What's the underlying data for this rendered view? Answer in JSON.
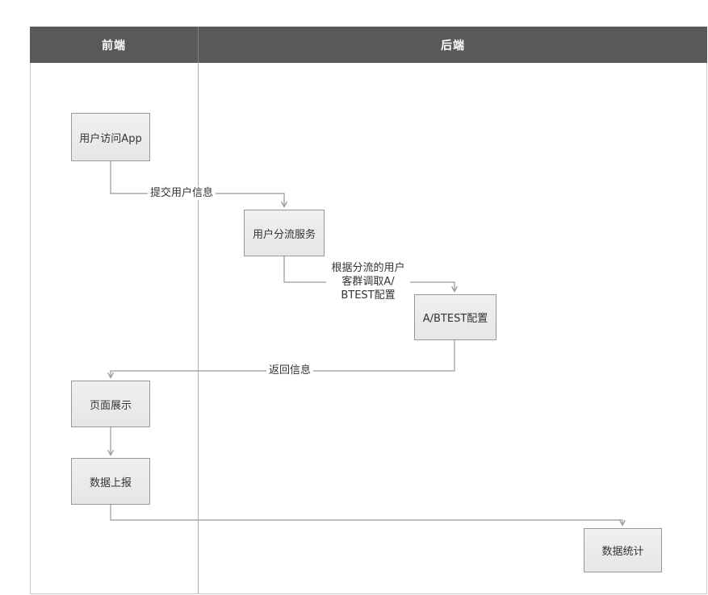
{
  "diagram": {
    "lanes": [
      {
        "label": "前端"
      },
      {
        "label": "后端"
      }
    ],
    "nodes": {
      "visit_app": "用户访问App",
      "split_service": "用户分流服务",
      "abtest_config": "A/BTEST配置",
      "page_display": "页面展示",
      "data_report": "数据上报",
      "data_stats": "数据统计"
    },
    "edge_labels": {
      "submit_info": "提交用户信息",
      "fetch_config": "根据分流的用户\n客群调取A/\nBTEST配置",
      "return_info": "返回信息"
    },
    "colors": {
      "header_bg": "#595959",
      "header_text": "#ffffff",
      "node_fill": "#ececec",
      "node_border": "#999999",
      "line": "#999999",
      "frame_border": "#c9c9c9"
    }
  }
}
